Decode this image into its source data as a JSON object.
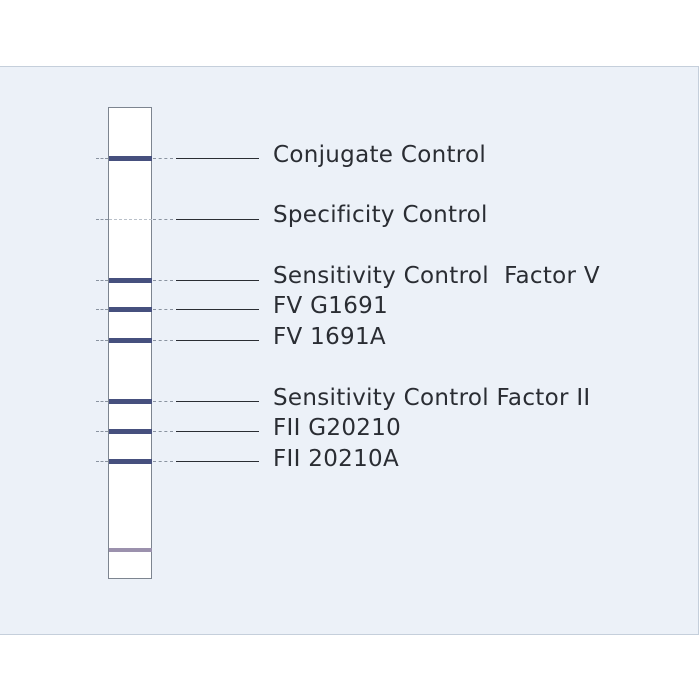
{
  "colors": {
    "panel_background": "#ecf1f8",
    "strip_background": "#ffffff",
    "test_band": "#46507e",
    "control_band_bottom": "#9b91ad",
    "text": "#2a2d33"
  },
  "strip": {
    "bands": [
      {
        "name": "conjugate-control",
        "visible": true
      },
      {
        "name": "specificity-control",
        "visible": false
      },
      {
        "name": "sensitivity-control-factor-v",
        "visible": true
      },
      {
        "name": "fv-g1691",
        "visible": true
      },
      {
        "name": "fv-1691a",
        "visible": true
      },
      {
        "name": "sensitivity-control-factor-ii",
        "visible": true
      },
      {
        "name": "fii-g20210",
        "visible": true
      },
      {
        "name": "fii-20210a",
        "visible": true
      },
      {
        "name": "bottom-marker",
        "visible": true
      }
    ]
  },
  "labels": [
    {
      "text": "Conjugate Control"
    },
    {
      "text": "Specificity Control"
    },
    {
      "text": "Sensitivity Control  Factor V"
    },
    {
      "text": "FV G1691"
    },
    {
      "text": "FV 1691A"
    },
    {
      "text": "Sensitivity Control Factor II"
    },
    {
      "text": "FII G20210"
    },
    {
      "text": "FII 20210A"
    }
  ]
}
